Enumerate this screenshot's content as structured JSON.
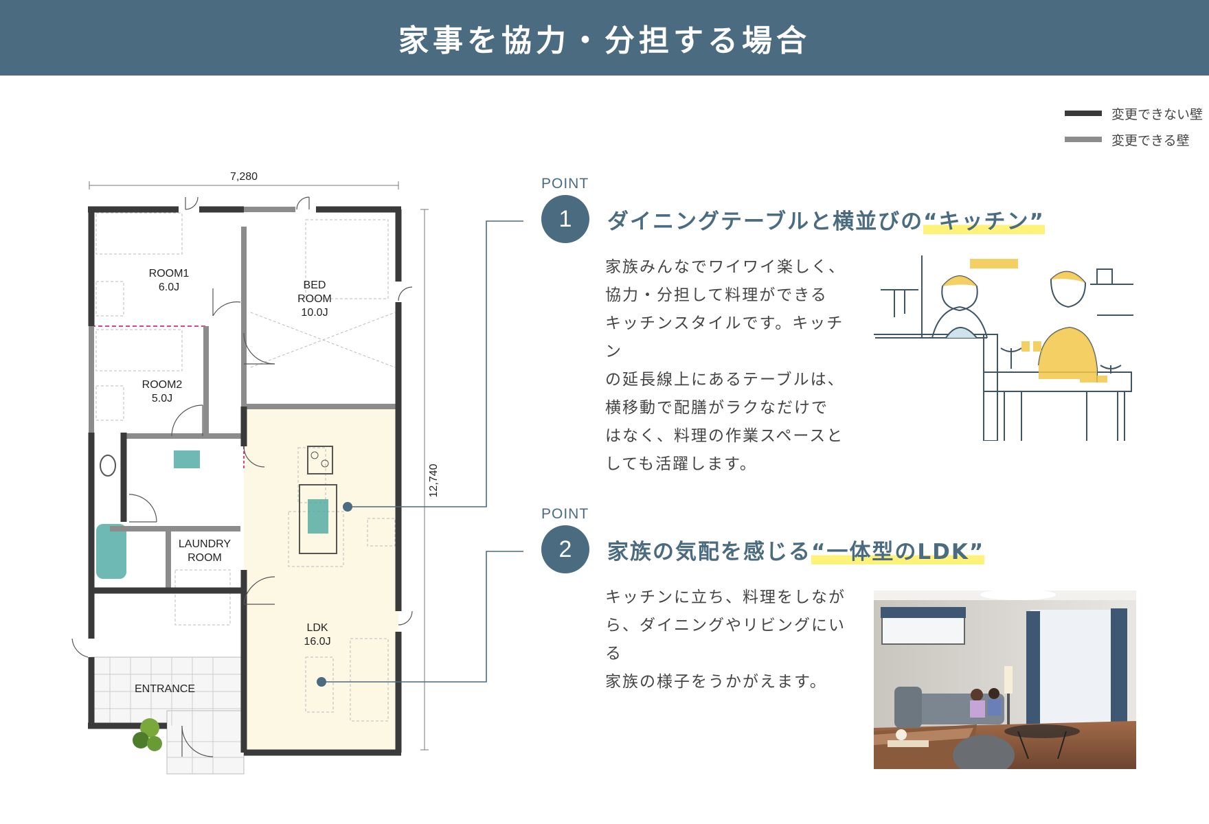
{
  "header": {
    "title": "家事を協力・分担する場合"
  },
  "legend": {
    "items": [
      {
        "label": "変更できない壁",
        "color": "#3a3a3a"
      },
      {
        "label": "変更できる壁",
        "color": "#8c8c8c"
      }
    ]
  },
  "floorplan": {
    "width_dim": "7,280",
    "height_dim": "12,740",
    "rooms": {
      "room1": {
        "name": "ROOM1",
        "size": "6.0J"
      },
      "room2": {
        "name": "ROOM2",
        "size": "5.0J"
      },
      "bedroom": {
        "line1": "BED",
        "line2": "ROOM",
        "size": "10.0J"
      },
      "laundry": {
        "line1": "LAUNDRY",
        "line2": "ROOM"
      },
      "ldk": {
        "name": "LDK",
        "size": "16.0J"
      },
      "entrance": {
        "name": "ENTRANCE"
      }
    },
    "colors": {
      "ldk_fill": "#fdf8e4",
      "accent": "#4a6b80",
      "fixture": "#4aa8a0",
      "movable_marker": "#e0408a"
    }
  },
  "points": [
    {
      "tag": "POINT",
      "number": "1",
      "title_pre": "ダイニングテーブルと横並びの",
      "title_hl": "“キッチン”",
      "lines": [
        "家族みんなでワイワイ楽しく、",
        "協力・分担して料理ができる",
        "キッチンスタイルです。キッチン",
        "の延長線上にあるテーブルは、",
        "横移動で配膳がラクなだけで",
        "はなく、料理の作業スペースと",
        "しても活躍します。"
      ]
    },
    {
      "tag": "POINT",
      "number": "2",
      "title_pre": "家族の気配を感じる",
      "title_hl": "“一体型のLDK”",
      "lines": [
        "キッチンに立ち、料理をしなが",
        "ら、ダイニングやリビングにいる",
        "家族の様子をうかがえます。"
      ]
    }
  ]
}
